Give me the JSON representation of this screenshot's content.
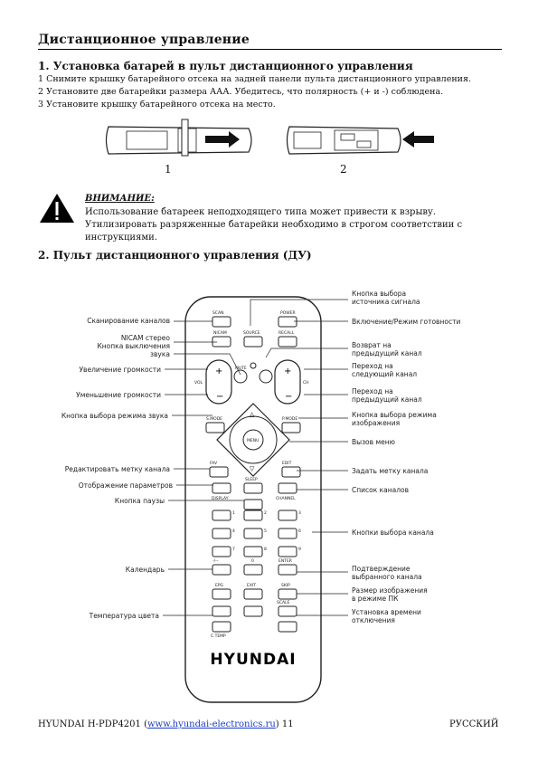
{
  "page_title": "Дистанционное управление",
  "section1": {
    "heading": "1. Установка батарей в пульт дистанционного управления",
    "steps": [
      "1 Снимите крышку батарейного отсека на задней панели пульта дистанционного управления.",
      "2 Установите две батарейки размера ААА. Убедитесь, что полярность (+ и -) соблюдена.",
      "3 Установите крышку батарейного отсека на место."
    ],
    "figure_labels": [
      "1",
      "2"
    ]
  },
  "warning": {
    "label": "ВНИМАНИЕ:",
    "text": "Использование батареек неподходящего типа может привести к взрыву. Утилизировать разряженные батарейки необходимо в строгом соответствии с инструкциями."
  },
  "section2": {
    "heading": "2. Пульт дистанционного управления (ДУ)"
  },
  "remote": {
    "brand": "HYUNDAI",
    "buttons": {
      "scan": "SCAN",
      "power": "POWER",
      "nicam": "NICAM",
      "mute": "MUTE",
      "recall": "RECALL",
      "vol": "VOL",
      "ch": "CH",
      "s_mode": "S.MODE",
      "p_mode": "P.MODE",
      "menu": "MENU",
      "fav": "FAV",
      "edit": "EDIT",
      "display": "DISPLAY",
      "sleep": "SLEEP",
      "channel": "CHANNEL",
      "source": "SOURCE",
      "epg": "EPG",
      "exit": "EXIT",
      "c_temp": "C.TEMP",
      "scale": "SCALE",
      "skip": "SKIP",
      "digits": [
        "1",
        "2",
        "3",
        "4",
        "5",
        "6",
        "7",
        "8",
        "9",
        "0",
        "-/--",
        "ENTER"
      ]
    }
  },
  "callouts_left": [
    "Сканирование каналов",
    "NICAM стерео\nКнопка выключения\nзвука",
    "Увеличение громкости",
    "Уменьшение громкости",
    "Кнопка выбора режима звука",
    "Редактировать метку канала",
    "Отображение параметров",
    "Кнопка паузы",
    "Календарь",
    "Температура цвета"
  ],
  "callouts_right": [
    "Кнопка выбора\nисточника сигнала",
    "Включение/Режим готовности",
    "Возврат на\nпредыдущий канал",
    "Переход на\nследующий канал",
    "Переход на\nпредыдущий канал",
    "Кнопка выбора режима\nизображения",
    "Вызов меню",
    "Задать метку канала",
    "Список каналов",
    "Кнопки выбора канала",
    "Подтверждение\nвыбранного канала",
    "Размер изображения\nв режиме ПК",
    "Установка времени\nотключения"
  ],
  "footer": {
    "model": "HYUNDAI H-PDP4201 (",
    "link": "www.hyundai-electronics.ru",
    "close": ") 11",
    "language": "РУССКИЙ"
  },
  "colors": {
    "text": "#111111",
    "link": "#1a3cc8",
    "warning_icon": "#000000"
  }
}
